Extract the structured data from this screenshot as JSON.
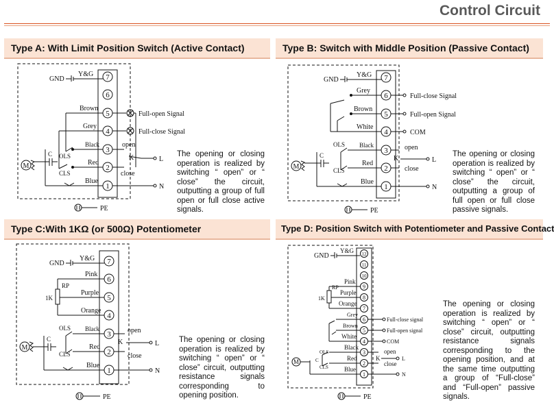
{
  "page_title": "Control Circuit",
  "panels": {
    "a": {
      "title": "Type A: With Limit Position Switch (Active Contact)",
      "description": "The opening or closing operation is realized by switching “ open” or “ close” the circuit, outputting a group of full open or full close active signals.",
      "labels": {
        "gnd": "GND",
        "yg": "Y&G",
        "brown": "Brown",
        "grey": "Grey",
        "black": "Black",
        "red": "Red",
        "blue": "Blue",
        "full_open": "Full-open Signal",
        "full_close": "Full-close Signal",
        "open": "open",
        "close": "close",
        "k": "K",
        "l": "L",
        "n": "N",
        "ols": "OLS",
        "cls": "CLS",
        "c": "C",
        "m": "M",
        "pe": "PE",
        "t7": "7",
        "t6": "6",
        "t5": "5",
        "t4": "4",
        "t3": "3",
        "t2": "2",
        "t1": "1"
      }
    },
    "b": {
      "title": "Type B: Switch with Middle Position (Passive Contact)",
      "description": "The opening or closing operation is realized by switching “ open” or “ close” the circuit, outputting a group of full open or full close passive signals.",
      "labels": {
        "gnd": "GND",
        "yg": "Y&G",
        "grey": "Grey",
        "brown": "Brown",
        "white": "White",
        "black": "Black",
        "red": "Red",
        "blue": "Blue",
        "full_close": "Full-close Signal",
        "full_open": "Full-open Signal",
        "com": "COM",
        "open": "open",
        "close": "close",
        "k": "K",
        "l": "L",
        "n": "N",
        "ols": "OLS",
        "cls": "CLS",
        "c": "C",
        "m": "M",
        "pe": "PE",
        "t7": "7",
        "t6": "6",
        "t5": "5",
        "t4": "4",
        "t3": "3",
        "t2": "2",
        "t1": "1"
      }
    },
    "c": {
      "title": "Type C:With 1KΩ (or 500Ω) Potentiometer",
      "description": "The opening or closing operation is realized by switching “ open” or “ close” circuit, outputting resistance signals corresponding to opening position.",
      "labels": {
        "gnd": "GND",
        "yg": "Y&G",
        "pink": "Pink",
        "purple": "Purple",
        "orange": "Orange",
        "black": "Black",
        "red": "Red",
        "blue": "Blue",
        "rp": "RP",
        "onek": "1K",
        "open": "open",
        "close": "close",
        "k": "K",
        "l": "L",
        "n": "N",
        "ols": "OLS",
        "cls": "CLS",
        "c": "C",
        "m": "M",
        "pe": "PE",
        "t7": "7",
        "t6": "6",
        "t5": "5",
        "t4": "4",
        "t3": "3",
        "t2": "2",
        "t1": "1"
      }
    },
    "d": {
      "title": "Type D: Position Switch with Potentiometer and Passive Contact",
      "description": "The opening or closing operation is realized by switching “ open” or “ close” circuit, outputting resistance signals corresponding to the opening position, and at the same time outputting a group of “Full-close” and “Full-open” passive signals.",
      "labels": {
        "gnd": "GND",
        "yg": "Y&G",
        "pink": "Pink",
        "purple": "Purple",
        "orange": "Orange",
        "grey": "Grey",
        "brown": "Brown",
        "white": "White",
        "black": "Black",
        "red": "Red",
        "blue": "Blue",
        "rp": "RP",
        "onek": "1K",
        "full_close": "Full-close signal",
        "full_open": "Full-open signal",
        "com": "COM",
        "open": "open",
        "close": "close",
        "k": "K",
        "l": "L",
        "n": "N",
        "ols": "OLS",
        "cls": "CLS",
        "c": "C",
        "m": "M",
        "pe": "PE",
        "t12": "12",
        "t11": "11",
        "t10": "10",
        "t9": "9",
        "t8": "8",
        "t7": "7",
        "t6": "6",
        "t5": "5",
        "t4": "4",
        "t3": "3",
        "t2": "2",
        "t1": "1"
      }
    }
  },
  "colors": {
    "header_bg": "#fbe3d4",
    "accent": "#d9501e",
    "title_gray": "#595959"
  }
}
